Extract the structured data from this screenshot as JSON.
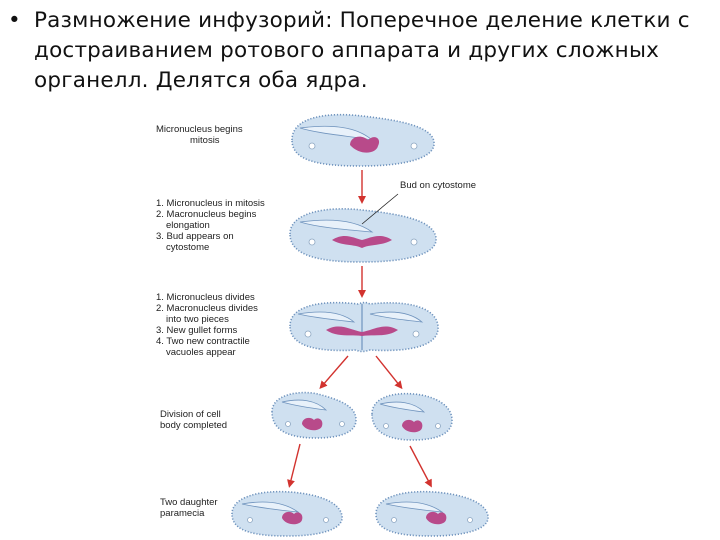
{
  "slide": {
    "bullet": "•",
    "heading": "Размножение инфузорий: Поперечное деление клетки с достраиванием ротового аппарата и других сложных органелл. Делятся оба ядра."
  },
  "figure": {
    "colors": {
      "cell_fill": "#cfe0f0",
      "cell_edge": "#6f93bd",
      "cilia": "#8ea7c2",
      "nucleus": "#b84a8a",
      "arrow": "#d2332f"
    },
    "stage1": {
      "lines": [
        "Micronucleus begins",
        "mitosis"
      ]
    },
    "stage2": {
      "lines": [
        "1. Micronucleus in mitosis",
        "2. Macronucleus begins",
        "elongation",
        "3. Bud appears on",
        "cytostome"
      ],
      "callout": "Bud on cytostome"
    },
    "stage3": {
      "lines": [
        "1. Micronucleus divides",
        "2. Macronucleus divides",
        "into two pieces",
        "3. New gullet forms",
        "4. Two new contractile",
        "vacuoles appear"
      ]
    },
    "stage4": {
      "lines": [
        "Division of cell",
        "body completed"
      ]
    },
    "stage5": {
      "lines": [
        "Two daughter",
        "paramecia"
      ]
    }
  }
}
